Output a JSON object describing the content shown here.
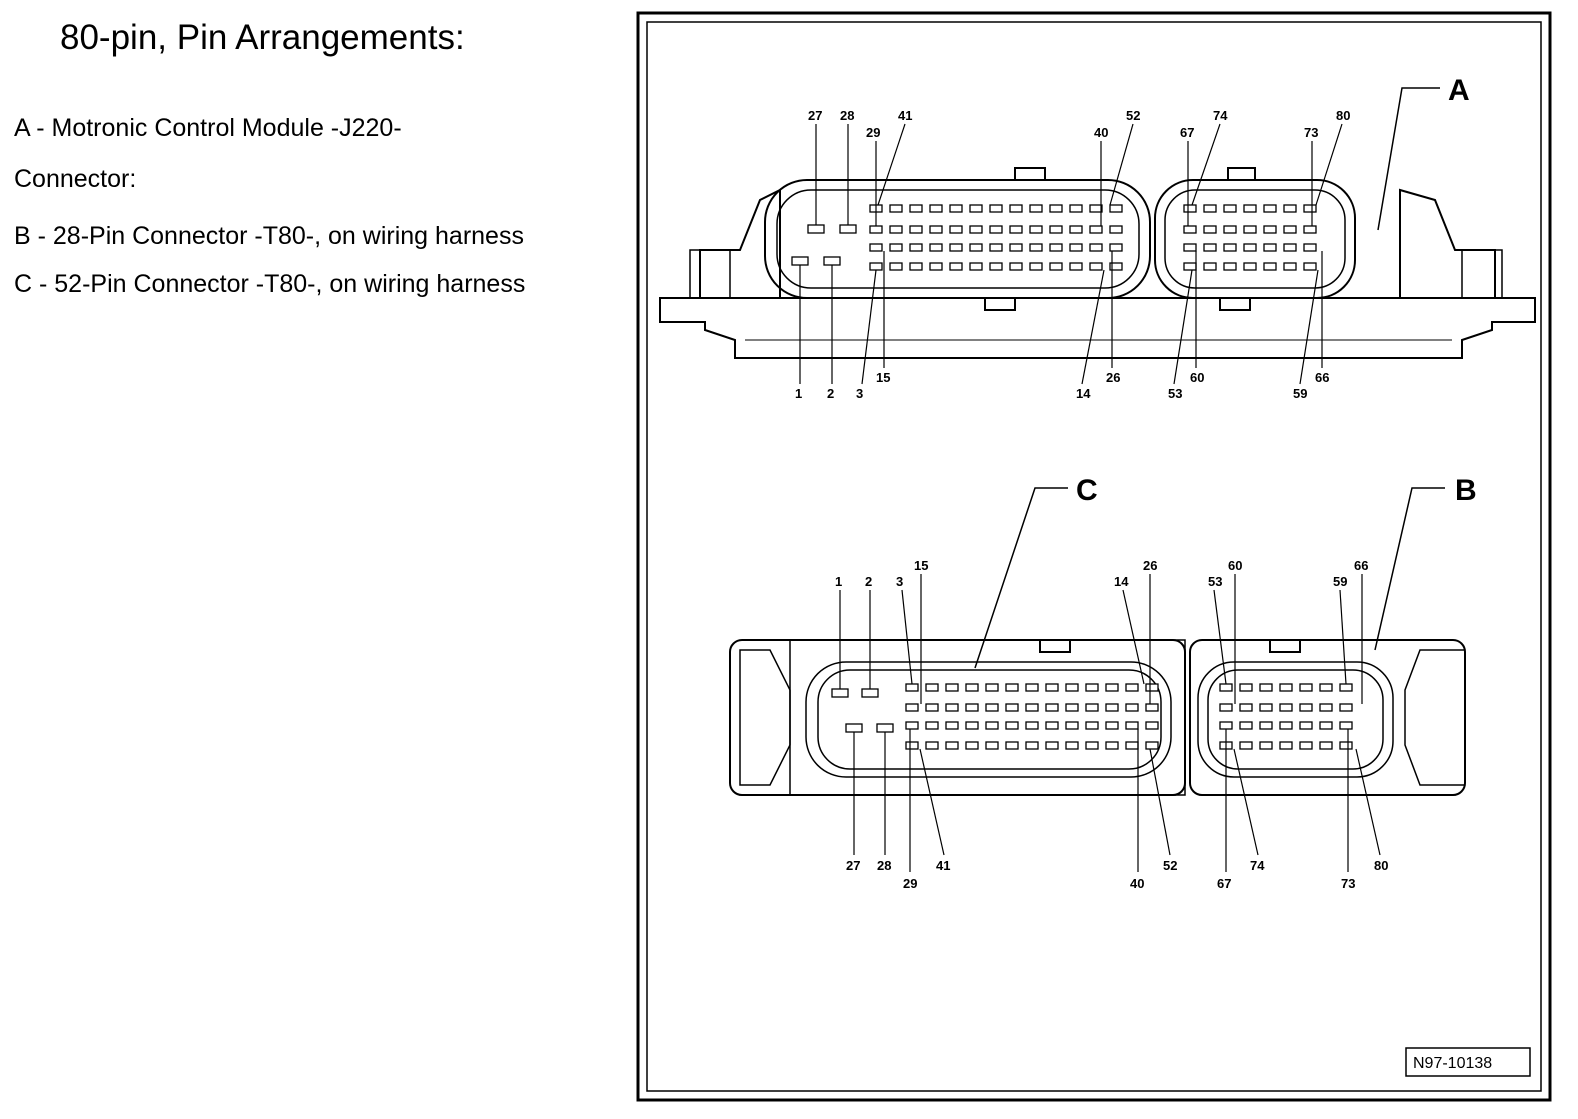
{
  "heading": "80-pin, Pin Arrangements:",
  "legend": [
    "A - Motronic Control Module -J220-",
    "Connector:",
    "B - 28-Pin Connector -T80-, on wiring harness",
    "C - 52-Pin Connector -T80-, on wiring harness"
  ],
  "figure": {
    "id": "N97-10138",
    "letters": {
      "a": "A",
      "b": "B",
      "c": "C"
    },
    "top_labels": {
      "p27": "27",
      "p28": "28",
      "p29": "29",
      "p41": "41",
      "p40": "40",
      "p52": "52",
      "p67": "67",
      "p74": "74",
      "p73": "73",
      "p80": "80",
      "p1": "1",
      "p2": "2",
      "p3": "3",
      "p15": "15",
      "p14": "14",
      "p26": "26",
      "p53": "53",
      "p60": "60",
      "p59": "59",
      "p66": "66"
    },
    "bottom_labels": {
      "p1": "1",
      "p2": "2",
      "p3": "3",
      "p15": "15",
      "p14": "14",
      "p26": "26",
      "p53": "53",
      "p60": "60",
      "p59": "59",
      "p66": "66",
      "p27": "27",
      "p28": "28",
      "p29": "29",
      "p41": "41",
      "p40": "40",
      "p52": "52",
      "p67": "67",
      "p74": "74",
      "p73": "73",
      "p80": "80"
    }
  }
}
